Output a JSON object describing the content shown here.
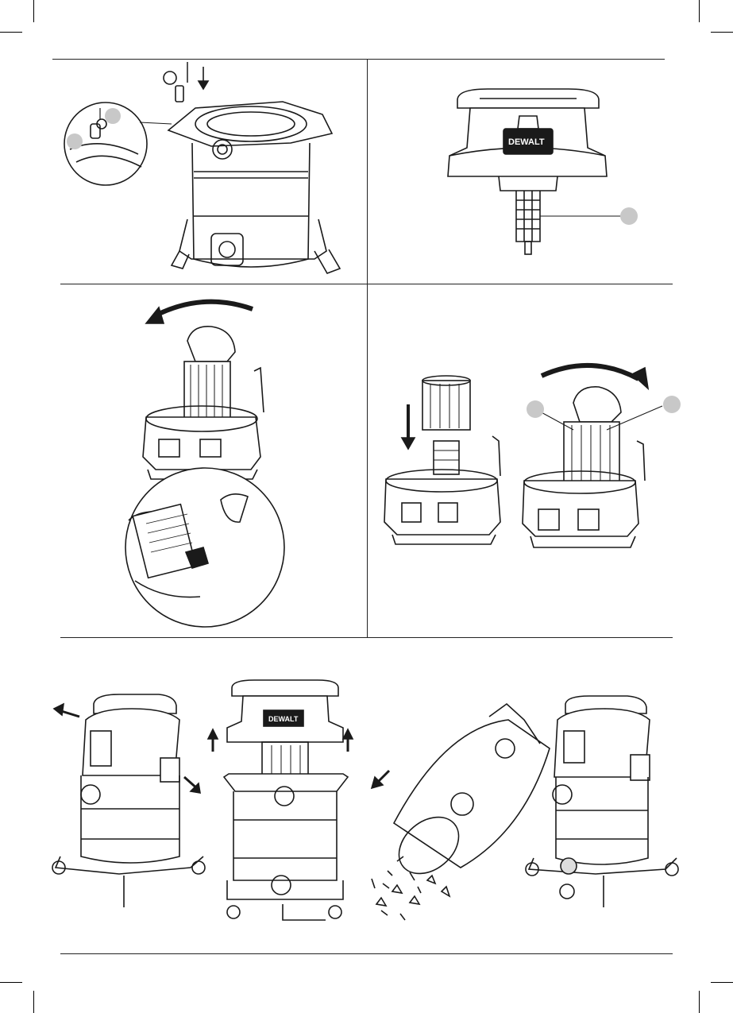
{
  "brand": {
    "logo_text": "DEWALT"
  },
  "panels": [
    {
      "id": "fig-caster-install",
      "callouts": [
        "",
        ""
      ]
    },
    {
      "id": "fig-filter-cage",
      "callouts": [
        ""
      ]
    },
    {
      "id": "fig-filter-remove",
      "callouts": []
    },
    {
      "id": "fig-filter-install",
      "callouts": [
        "",
        ""
      ]
    },
    {
      "id": "fig-empty-tank",
      "callouts": []
    }
  ],
  "colors": {
    "line": "#1a1a1a",
    "callout_fill": "#c8c8c8",
    "arrow": "#1a1a1a"
  }
}
